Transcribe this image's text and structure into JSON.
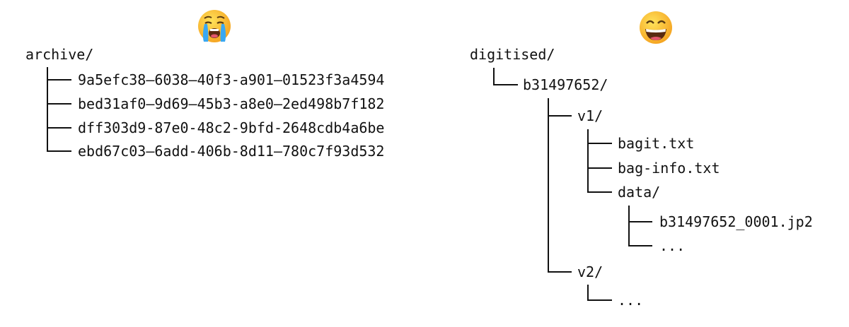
{
  "left_tree": {
    "root": "archive/",
    "entries": [
      "9a5efc38–6038–40f3-a901–01523f3a4594",
      "bed31af0–9d69–45b3-a8e0–2ed498b7f182",
      "dff303d9-87e0-48c2-9bfd-2648cdb4a6be",
      "ebd67c03–6add-406b-8d11–780c7f93d532"
    ]
  },
  "right_tree": {
    "root": "digitised/",
    "bnumber": "b31497652/",
    "v1": "v1/",
    "bagit": "bagit.txt",
    "bag_info": "bag-info.txt",
    "data": "data/",
    "jp2": "b31497652_0001.jp2",
    "data_more": "...",
    "v2": "v2/",
    "v2_more": "..."
  },
  "icons": {
    "left_emoji": "loudly-crying-face",
    "right_emoji": "grinning-face-with-smiling-eyes"
  }
}
